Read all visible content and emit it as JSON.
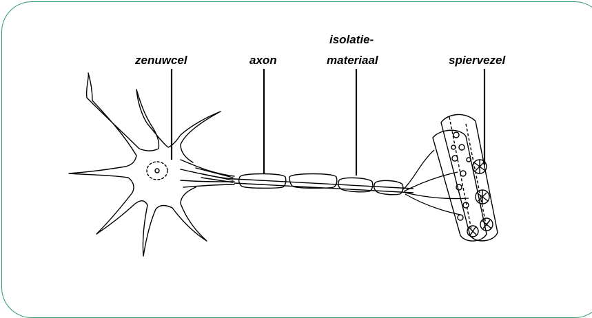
{
  "frame_color": "#2e9a6c",
  "labels": {
    "zenuwcel": "zenuwcel",
    "axon": "axon",
    "isolatie_line1": "isolatie-",
    "isolatie_line2": "materiaal",
    "spiervezel": "spiervezel"
  }
}
